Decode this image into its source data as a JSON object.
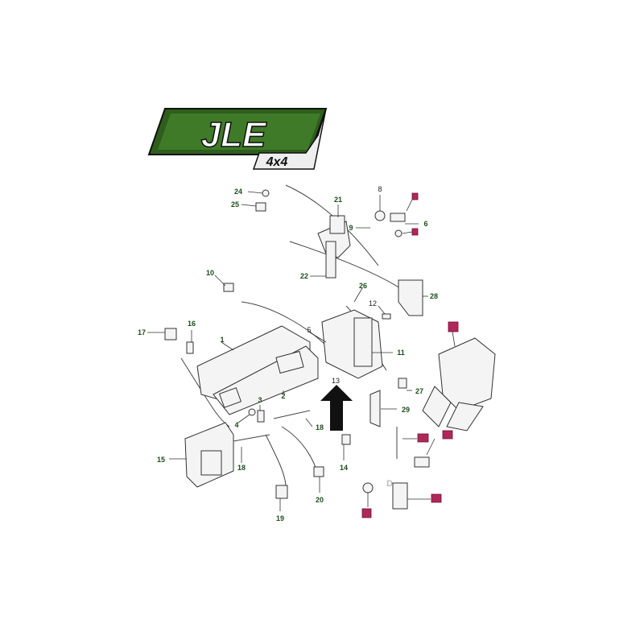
{
  "logo": {
    "brand": "JLE",
    "sub": "4x4",
    "bg": "#2e5e1c"
  },
  "callouts": [
    {
      "id": "c24",
      "text": "24"
    },
    {
      "id": "c25",
      "text": "25"
    },
    {
      "id": "c21",
      "text": "21"
    },
    {
      "id": "c8",
      "text": "8"
    },
    {
      "id": "c9",
      "text": "9"
    },
    {
      "id": "c6",
      "text": "6"
    },
    {
      "id": "c22",
      "text": "22"
    },
    {
      "id": "c10",
      "text": "10"
    },
    {
      "id": "c26",
      "text": "26"
    },
    {
      "id": "c28",
      "text": "28"
    },
    {
      "id": "c12",
      "text": "12"
    },
    {
      "id": "c17",
      "text": "17"
    },
    {
      "id": "c16",
      "text": "16"
    },
    {
      "id": "c1",
      "text": "1"
    },
    {
      "id": "c5",
      "text": "5"
    },
    {
      "id": "c11",
      "text": "11"
    },
    {
      "id": "c13",
      "text": "13"
    },
    {
      "id": "c27",
      "text": "27"
    },
    {
      "id": "c2",
      "text": "2"
    },
    {
      "id": "c3",
      "text": "3"
    },
    {
      "id": "c29",
      "text": "29"
    },
    {
      "id": "c4",
      "text": "4"
    },
    {
      "id": "c18a",
      "text": "18"
    },
    {
      "id": "c18b",
      "text": "18"
    },
    {
      "id": "c15",
      "text": "15"
    },
    {
      "id": "c14",
      "text": "14"
    },
    {
      "id": "c20",
      "text": "20"
    },
    {
      "id": "c19",
      "text": "19"
    },
    {
      "id": "cD",
      "text": "D"
    }
  ],
  "accent": "#b0285a"
}
